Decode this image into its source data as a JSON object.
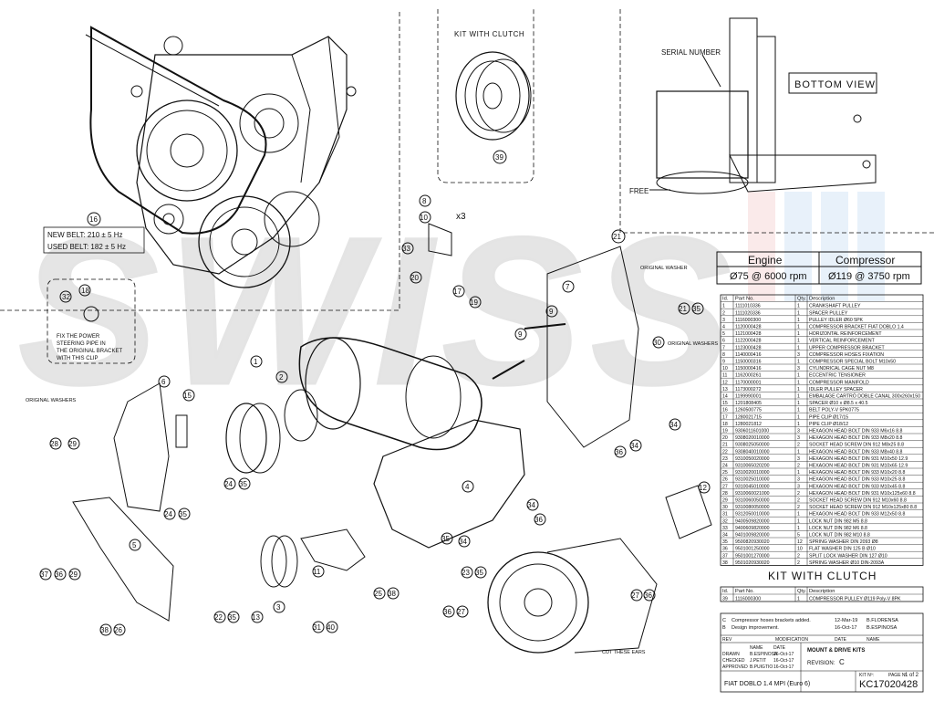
{
  "views": {
    "kit_with_clutch": "KIT WITH CLUTCH",
    "bottom_view": "BOTTOM VIEW",
    "serial_number": "SERIAL NUMBER",
    "free": "FREE"
  },
  "belt_box": {
    "new_belt": "NEW BELT: 210 ± 5 Hz",
    "used_belt": "USED BELT: 182 ± 5 Hz"
  },
  "clip_note": [
    "FIX THE POWER",
    "STEERING PIPE IN",
    "THE ORIGINAL BRACKET",
    "WITH THIS CLIP"
  ],
  "callouts": {
    "x3": "x3",
    "original_washer": "ORIGINAL WASHER",
    "original_washers": "ORIGINAL WASHERS",
    "original_washers_left": "ORIGINAL WASHERS",
    "cut_these_ears": "CUT THESE EARS"
  },
  "speeds": {
    "engine_label": "Engine",
    "compressor_label": "Compressor",
    "engine_value": "Ø75 @ 6000 rpm",
    "compressor_value": "Ø119 @ 3750 rpm"
  },
  "parts_table": {
    "headers": [
      "Id.",
      "Part No.",
      "Qty.",
      "Description"
    ],
    "rows": [
      [
        "1",
        "1111010336",
        "1",
        "CRANKSHAFT PULLEY"
      ],
      [
        "2",
        "1111020336",
        "1",
        "SPACER PULLEY"
      ],
      [
        "3",
        "1116000300",
        "1",
        "PULLEY IDLER Ø60 5PK"
      ],
      [
        "4",
        "1120000428",
        "1",
        "COMPRESSOR BRACKET FIAT DOBLO 1.4"
      ],
      [
        "5",
        "1121000428",
        "1",
        "HORIZONTAL REINFORCEMENT"
      ],
      [
        "6",
        "1122000428",
        "1",
        "VERTICAL REINFORCEMENT"
      ],
      [
        "7",
        "1123000428",
        "1",
        "UPPER COMPRESSOR BRACKET"
      ],
      [
        "8",
        "1140000416",
        "3",
        "COMPRESSOR HOSES FIXATION"
      ],
      [
        "9",
        "1150000316",
        "1",
        "COMPRESSOR SPECIAL BOLT M10x50"
      ],
      [
        "10",
        "1150000416",
        "3",
        "CYLINDRICAL CAGE NUT M8"
      ],
      [
        "11",
        "1162000261",
        "1",
        "ECCENTRIC TENSIONER"
      ],
      [
        "12",
        "1170000001",
        "1",
        "COMPRESSOR MANIFOLD"
      ],
      [
        "13",
        "1173000272",
        "1",
        "IDLER PULLEY SPACER"
      ],
      [
        "14",
        "1199990001",
        "1",
        "EMBALAGE CARTRÓ DOBLE CANAL 300x260x150"
      ],
      [
        "15",
        "1201808405",
        "1",
        "SPACER Ø10 x Ø8.5 x 40.5"
      ],
      [
        "16",
        "1260500775",
        "1",
        "BELT POLY-V 5PK0775"
      ],
      [
        "17",
        "1280021715",
        "1",
        "PIPE CLIP Ø17/15"
      ],
      [
        "18",
        "1280021812",
        "1",
        "PIPE CLIP Ø18/12"
      ],
      [
        "19",
        "9306011601000",
        "3",
        "HEXAGON HEAD BOLT DIN 933 M6x16 8.8"
      ],
      [
        "20",
        "9308020010000",
        "3",
        "HEXAGON HEAD BOLT DIN 933 M8x20 8.8"
      ],
      [
        "21",
        "9308025050000",
        "2",
        "SOCKET HEAD SCREW DIN 912 M8x25 8.8"
      ],
      [
        "22",
        "9308040010000",
        "1",
        "HEXAGON HEAD BOLT DIN 933 M8x40 8.8"
      ],
      [
        "23",
        "9310050020000",
        "3",
        "HEXAGON HEAD BOLT DIN 931 M10x50 12.9"
      ],
      [
        "24",
        "9310065020200",
        "2",
        "HEXAGON HEAD BOLT DIN 931 M10x65 12.9"
      ],
      [
        "25",
        "9310020010000",
        "1",
        "HEXAGON HEAD BOLT DIN 933 M10x20 8.8"
      ],
      [
        "26",
        "9310025010000",
        "3",
        "HEXAGON HEAD BOLT DIN 933 M10x25 8.8"
      ],
      [
        "27",
        "9310045010000",
        "3",
        "HEXAGON HEAD BOLT DIN 933 M10x45 8.8"
      ],
      [
        "28",
        "9310060021000",
        "2",
        "HEXAGON HEAD BOLT DIN 931 M10x125x60 8.8"
      ],
      [
        "29",
        "9310060050000",
        "2",
        "SOCKET HEAD SCREW DIN 912 M10x60 8.8"
      ],
      [
        "30",
        "9310080050000",
        "2",
        "SOCKET HEAD SCREW DIN 912 M10x125x80 8.8"
      ],
      [
        "31",
        "9312050010000",
        "1",
        "HEXAGON HEAD BOLT DIN 933 M12x50 8.8"
      ],
      [
        "32",
        "9400509820000",
        "1",
        "LOCK NUT DIN 982 M5 8.8"
      ],
      [
        "33",
        "9400609820000",
        "1",
        "LOCK NUT DIN 982 M6 8.8"
      ],
      [
        "34",
        "9401009820000",
        "5",
        "LOCK NUT DIN 982 M10 8.8"
      ],
      [
        "35",
        "9500820930020",
        "12",
        "SPRING WASHER DIN 2093 Ø8"
      ],
      [
        "36",
        "9501001250000",
        "10",
        "FLAT WASHER DIN 125 B Ø10"
      ],
      [
        "37",
        "9501001270000",
        "2",
        "SPLIT LOCK WASHER DIN 127 Ø10"
      ],
      [
        "38",
        "9501020930020",
        "2",
        "SPRING WASHER Ø10 DIN-2093A"
      ]
    ]
  },
  "kit_table": {
    "title": "KIT WITH CLUTCH",
    "headers": [
      "Id.",
      "Part No.",
      "Qty.",
      "Description"
    ],
    "rows": [
      [
        "39",
        "1116000300",
        "1",
        "COMPRESSOR PULLEY Ø119 Poly-V 8PK"
      ]
    ]
  },
  "revisions": [
    [
      "C",
      "Compressor hoses brackets added.",
      "12-Mar-19",
      "B.FLORENSA"
    ],
    [
      "B",
      "Design improvement.",
      "16-Oct-17",
      "B.ESPINOSA"
    ]
  ],
  "rev_headers": [
    "REV",
    "MODIFICATION",
    "DATE",
    "NAME"
  ],
  "title_block": {
    "sign_headers": [
      "",
      "NAME",
      "DATE"
    ],
    "sign_rows": [
      [
        "DRAWN",
        "B.ESPINOSA",
        "16-Oct-17"
      ],
      [
        "CHECKED",
        "J.PETIT",
        "16-Oct-17"
      ],
      [
        "APPROVED",
        "B.PUIGTIO",
        "16-Oct-17"
      ]
    ],
    "category": "MOUNT & DRIVE KITS",
    "revision_label": "REVISION:",
    "revision": "C",
    "model": "FIAT DOBLO 1.4 MPI (Euro 6)",
    "kit_label": "KIT Nº:",
    "kit_no": "KC17020428",
    "page_label": "PAGE Nº",
    "page": "1 of 2"
  },
  "watermark": "SWISS"
}
